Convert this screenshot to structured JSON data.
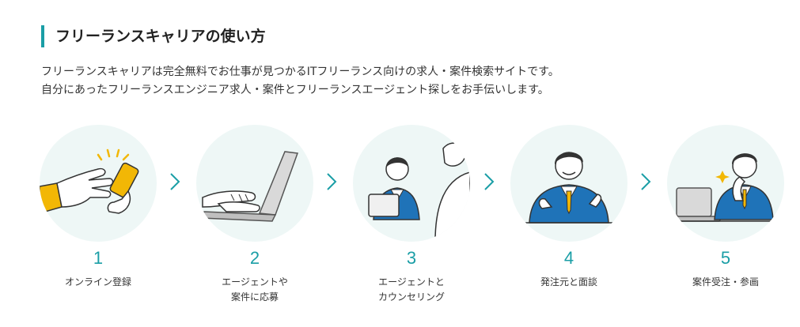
{
  "section": {
    "title": "フリーランスキャリアの使い方",
    "intro_line1": "フリーランスキャリアは完全無料でお仕事が見つかるITフリーランス向けの求人・案件検索サイトです。",
    "intro_line2": "自分にあったフリーランスエンジニア求人・案件とフリーランスエージェント探しをお手伝いします。"
  },
  "steps": [
    {
      "number": "1",
      "label_line1": "オンライン登録",
      "label_line2": "",
      "icon": "smartphone-hands-icon"
    },
    {
      "number": "2",
      "label_line1": "エージェントや",
      "label_line2": "案件に応募",
      "icon": "laptop-typing-icon"
    },
    {
      "number": "3",
      "label_line1": "エージェントと",
      "label_line2": "カウンセリング",
      "icon": "counseling-icon"
    },
    {
      "number": "4",
      "label_line1": "発注元と面談",
      "label_line2": "",
      "icon": "interview-businessman-icon"
    },
    {
      "number": "5",
      "label_line1": "案件受注・参画",
      "label_line2": "",
      "icon": "working-at-laptop-icon"
    }
  ],
  "colors": {
    "accent": "#1a9ea6",
    "circle_bg": "#eef7f6",
    "illustration_accent": "#f2b705",
    "suit_blue": "#1f73b8"
  }
}
